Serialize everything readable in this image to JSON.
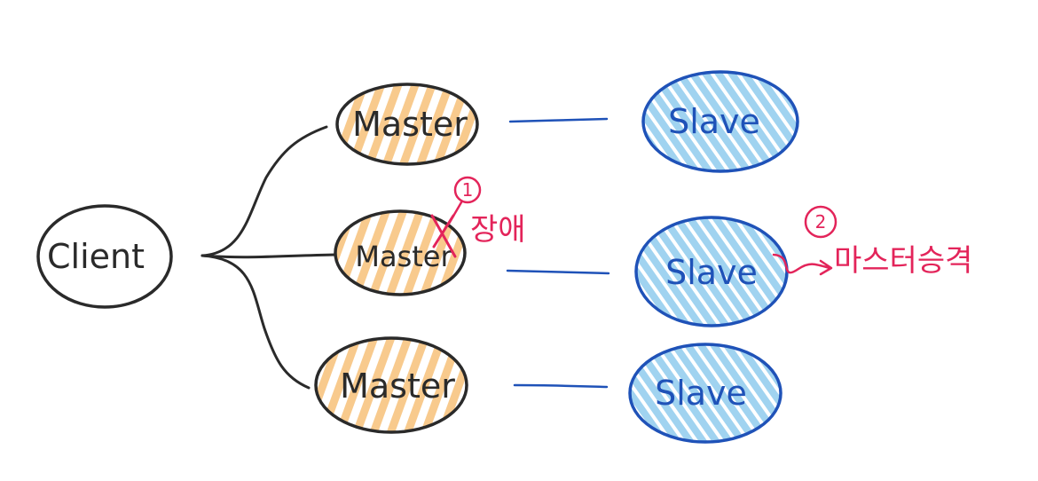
{
  "client": {
    "label": "Client"
  },
  "masters": [
    {
      "label": "Master"
    },
    {
      "label": "Master"
    },
    {
      "label": "Master"
    }
  ],
  "slaves": [
    {
      "label": "Slave"
    },
    {
      "label": "Slave"
    },
    {
      "label": "Slave"
    }
  ],
  "annotations": {
    "failure": {
      "number": "1",
      "text": "장애"
    },
    "promotion": {
      "number": "2",
      "text": "마스터승격"
    }
  },
  "colors": {
    "ink": "#2a2a2a",
    "master_fill": "#f5b866",
    "slave_stroke": "#1f52b8",
    "slave_fill": "#8fcbee",
    "annotation": "#e3245a"
  }
}
